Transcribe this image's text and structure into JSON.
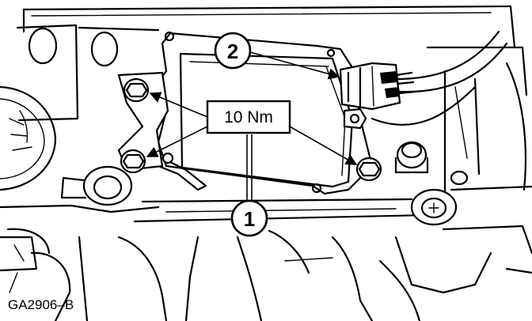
{
  "figure": {
    "callouts": [
      {
        "id": "1",
        "label": "1"
      },
      {
        "id": "2",
        "label": "2"
      }
    ],
    "torque_label": "10 Nm",
    "figure_code": "GA2906–B"
  }
}
